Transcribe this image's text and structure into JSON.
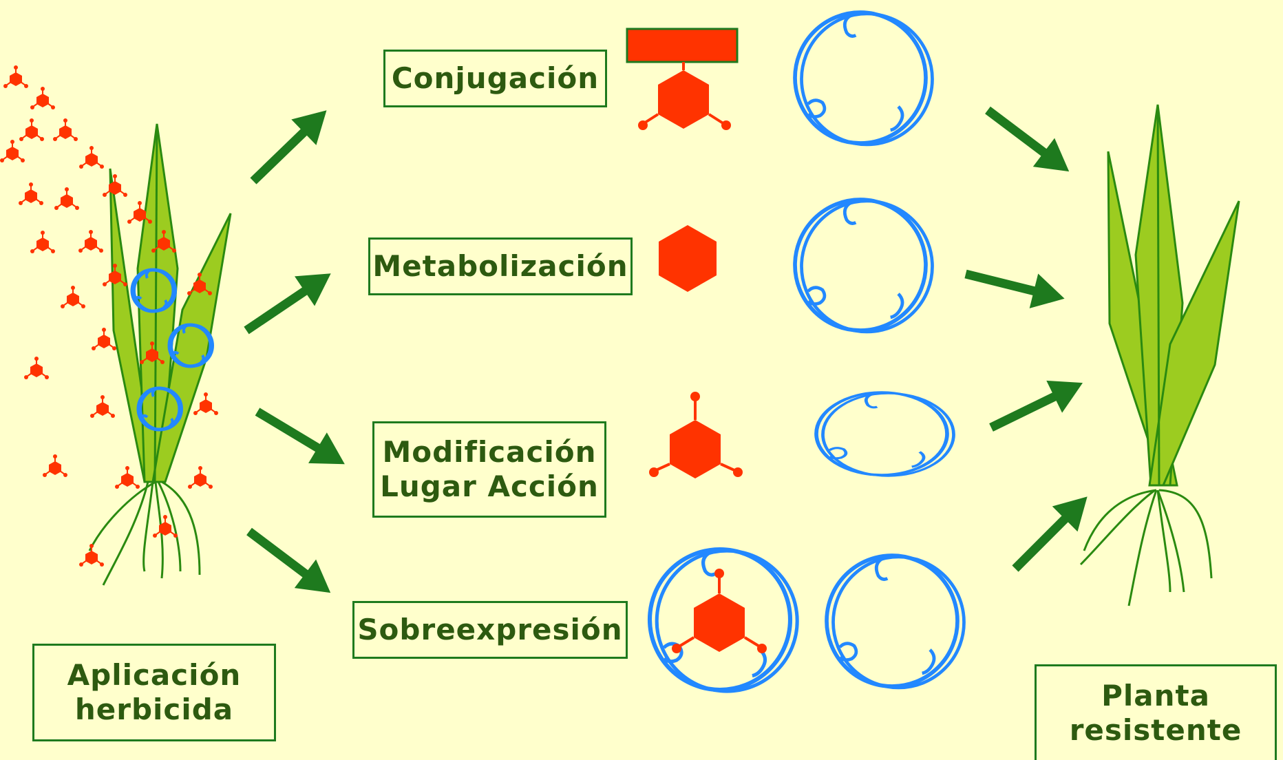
{
  "colors": {
    "background": "#ffffcc",
    "box_border": "#1e7a1e",
    "box_text": "#2d5a10",
    "arrow": "#1e7a1e",
    "herbicide": "#ff3300",
    "cell": "#2288ff",
    "leaf_fill": "#9ccc20",
    "leaf_stroke": "#2a8a10"
  },
  "labels": {
    "application": [
      "Aplicación",
      "herbicida"
    ],
    "conjugation": "Conjugación",
    "metabolization": "Metabolización",
    "site_modification": [
      "Modificación",
      "Lugar Acción"
    ],
    "overexpression": "Sobreexpresión",
    "resistant_plant": [
      "Planta",
      "resistente"
    ]
  },
  "icons": {
    "herbicide": "herbicide-molecule-icon",
    "cell": "target-cell-icon",
    "plant": "grass-plant-icon",
    "arrow": "arrow-icon"
  }
}
